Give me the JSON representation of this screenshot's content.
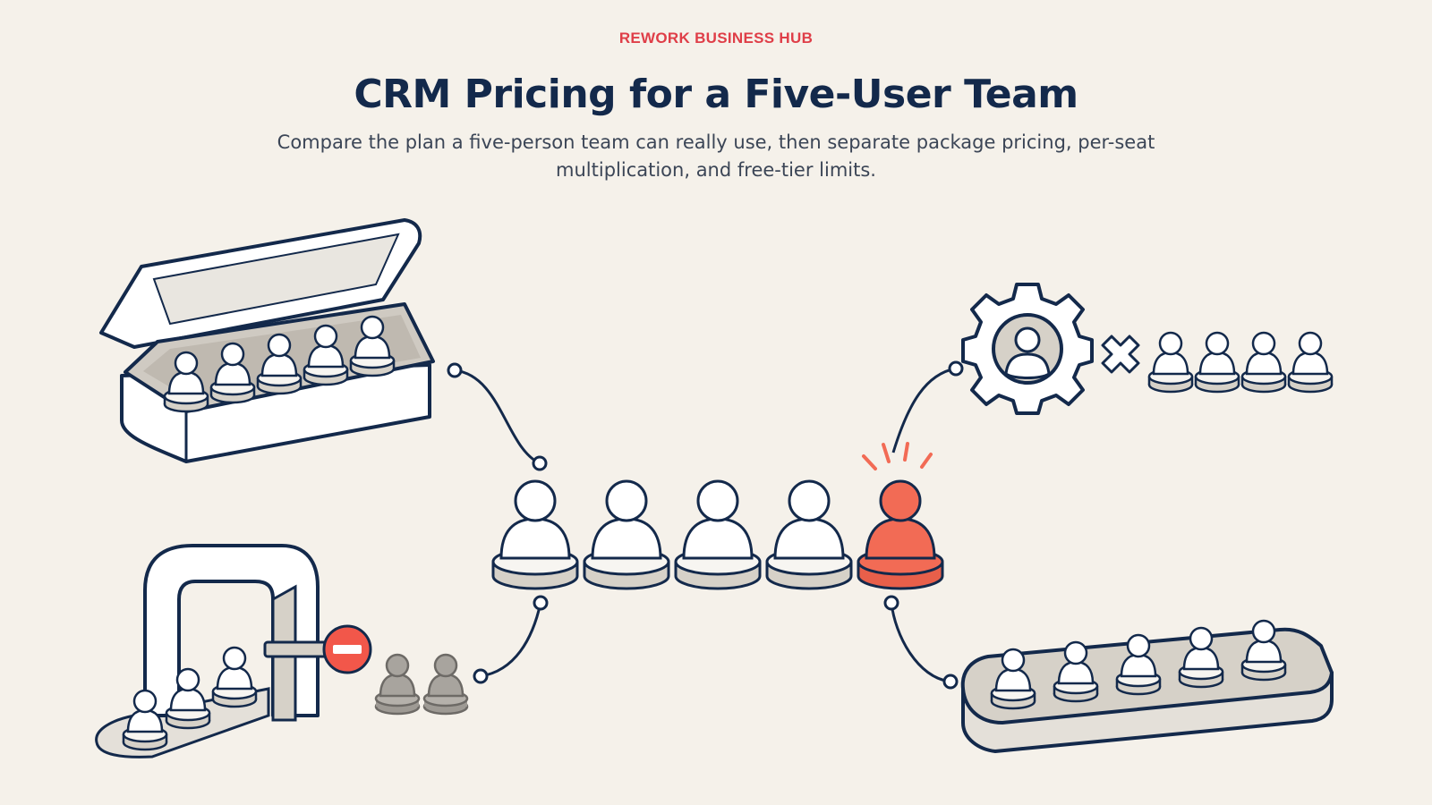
{
  "header": {
    "eyebrow": "REWORK BUSINESS HUB",
    "title": "CRM Pricing for a Five-User Team",
    "subtitle": "Compare the plan a five-person team can really use, then separate package pricing, per-seat multiplication, and free-tier limits."
  },
  "team": {
    "size": 5,
    "highlighted_member": 5
  },
  "colors": {
    "background": "#f5f1ea",
    "ink": "#13294b",
    "accent": "#f26b55",
    "brand_red": "#df3e48",
    "pawn_fill": "#ffffff",
    "pawn_base": "#d6d1c8",
    "muted_gray": "#a8a49e"
  },
  "icons": {
    "package": "open-box-with-five-pawns",
    "per_seat": "gear-user-icon-times-pawns",
    "free_tier": "gate-with-no-entry-sign",
    "full_team": "tray-with-five-pawns"
  }
}
